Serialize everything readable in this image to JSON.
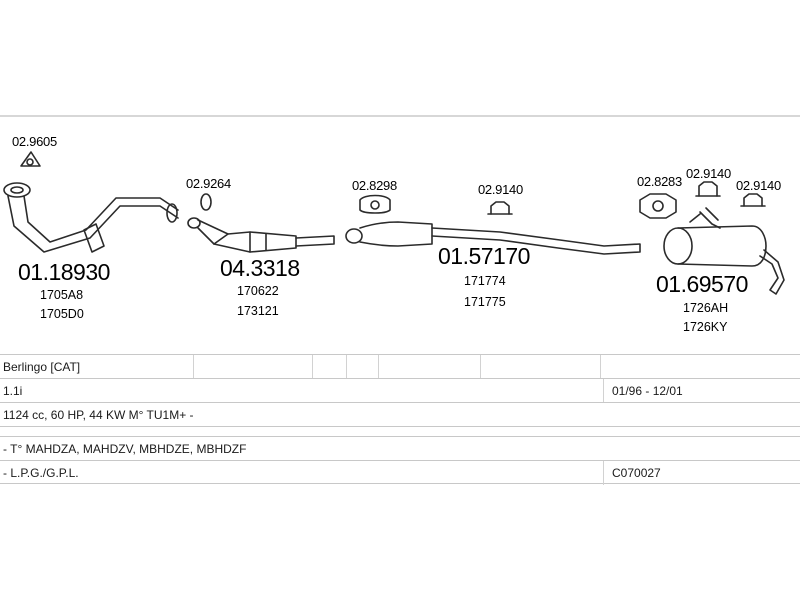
{
  "parts": [
    {
      "id": "p1",
      "code": "01.18930",
      "refs": [
        "1705A8",
        "1705D0"
      ],
      "accessory": "02.9605"
    },
    {
      "id": "p2",
      "code": "04.3318",
      "refs": [
        "170622",
        "173121"
      ],
      "accessory": "02.9264"
    },
    {
      "id": "p3",
      "code": "01.57170",
      "refs": [
        "171774",
        "171775"
      ],
      "accessory": "02.8298",
      "accessory2": "02.9140"
    },
    {
      "id": "p4",
      "code": "01.69570",
      "refs": [
        "1726AH",
        "1726KY"
      ],
      "accessory": "02.8283",
      "accessory2": "02.9140",
      "accessory3": "02.9140"
    }
  ],
  "table": {
    "vehicle": "Berlingo  [CAT]",
    "engine": "1.1i",
    "date_range": "01/96 - 12/01",
    "specs": "1124 cc, 60 HP, 44 KW M° TU1M+ -",
    "engine_codes": "- T° MAHDZA, MAHDZV, MBHDZE, MBHDZF",
    "fuel": "- L.P.G./G.P.L.",
    "catalog_code": "C070027"
  },
  "colors": {
    "line": "#2b2b2b",
    "rule": "#d7d7d7"
  }
}
